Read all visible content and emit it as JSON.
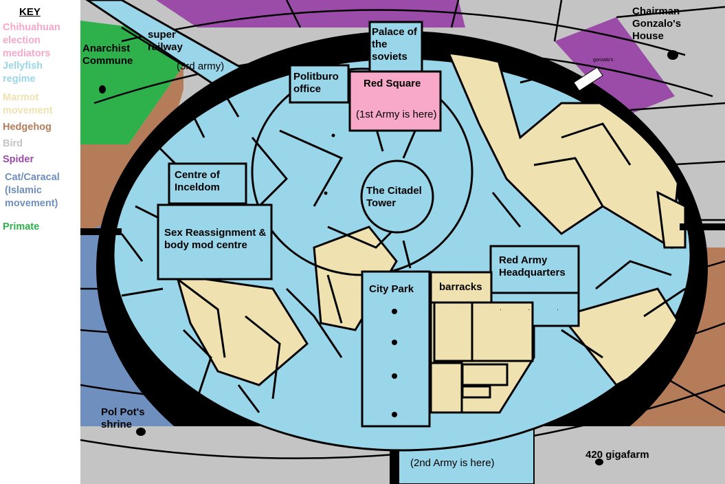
{
  "key": {
    "title": "KEY",
    "items": [
      {
        "label": "Chihuahuan election mediators",
        "color": "#f8a8c8"
      },
      {
        "label": "Jellyfish regime",
        "color": "#9ad6ea"
      },
      {
        "label": "Marmot movement",
        "color": "#f0e2b0"
      },
      {
        "label": "Hedgehog",
        "color": "#b57c59"
      },
      {
        "label": "Bird",
        "color": "#c4c4c4"
      },
      {
        "label": "Spider",
        "color": "#9b4ba8"
      },
      {
        "label": "Cat/Caracal (Islamic movement)",
        "color": "#6f8fbf"
      },
      {
        "label": "Primate",
        "color": "#2eb04a"
      }
    ]
  },
  "colors": {
    "jellyfish": "#9ad6ea",
    "marmot": "#f0e2b0",
    "hedgehog": "#b57c59",
    "bird": "#c4c4c4",
    "spider": "#9b4ba8",
    "cat": "#6f8fbf",
    "primate": "#2eb04a",
    "chihuahua": "#f8a8c8",
    "wall": "#000000",
    "line": "#000000"
  },
  "labels": {
    "anarchist": "Anarchist Commune",
    "railway": "super railway",
    "third_army": "(3rd army)",
    "palace": "Palace of the soviets",
    "chairman": "Chairman Gonzalo's House",
    "tiny_caption": "gonzalo's",
    "politburo": "Politburo office",
    "red_square": "Red Square",
    "first_army": "(1st Army is here)",
    "citadel": "The Citadel Tower",
    "inceldom": "Centre of Inceldom",
    "sex_reassign": "Sex Reassignment & body mod centre",
    "red_army": "Red Army Headquarters",
    "barracks": "barracks",
    "city_park": "City Park",
    "hq_dots": ". . . .",
    "pol_pot": "Pol Pot's shrine",
    "second_army": "(2nd Army is here)",
    "gigafarm": "420 gigafarm"
  }
}
